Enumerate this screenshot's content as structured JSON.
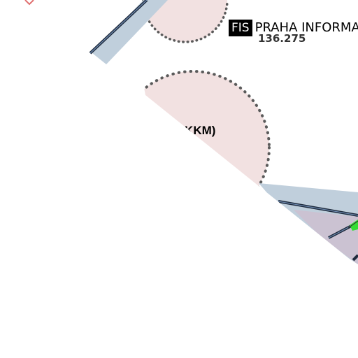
{
  "map": {
    "fis_label": {
      "tag": "FIS",
      "name": "PRAHA INFORMA",
      "frequency": "136.275"
    },
    "airport": {
      "label": "(LKKM)"
    },
    "colors": {
      "ctr_fill": "#f2e1e1",
      "ctr_border": "#5a5a5a",
      "corridor_fill": "#c0cfdc",
      "route_line": "#1e2a3c",
      "green_feature": "#33dd33",
      "background": "#ffffff"
    }
  }
}
